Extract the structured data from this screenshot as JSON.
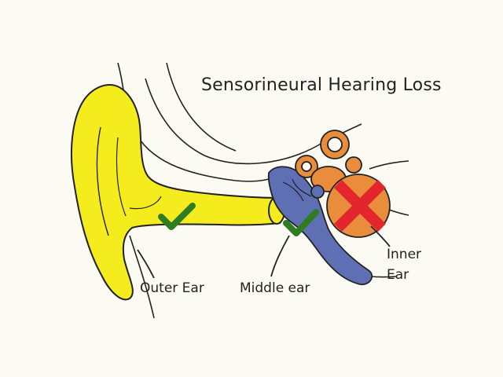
{
  "title": "Sensorineural Hearing Loss",
  "labels": {
    "outer_ear": "Outer Ear",
    "middle_ear": "Middle ear",
    "inner_ear_line1": "Inner",
    "inner_ear_line2": "Ear"
  },
  "status": {
    "outer_ear": "check-icon",
    "middle_ear": "check-icon",
    "inner_ear": "cross-icon"
  },
  "colors": {
    "outer_ear": "#f4ec1c",
    "middle_ear": "#5e6fb4",
    "inner_ear": "#e98d3c",
    "check": "#2f7d22",
    "cross": "#e3262d",
    "outline": "#222222",
    "background": "#fbfaf3"
  }
}
